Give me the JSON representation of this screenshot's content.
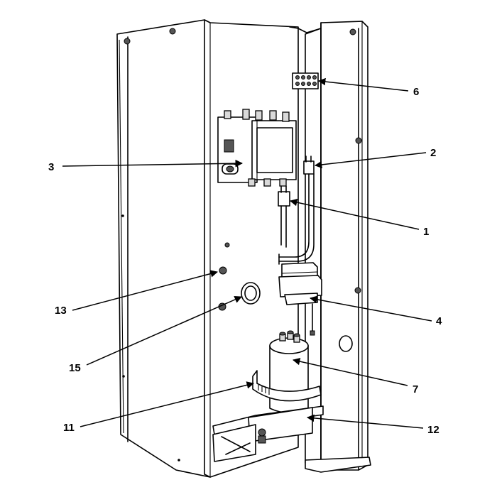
{
  "callouts": [
    {
      "id": "c1",
      "text": "1"
    },
    {
      "id": "c2",
      "text": "2"
    },
    {
      "id": "c3",
      "text": "3"
    },
    {
      "id": "c4",
      "text": "4"
    },
    {
      "id": "c6",
      "text": "6"
    },
    {
      "id": "c7",
      "text": "7"
    },
    {
      "id": "c11",
      "text": "11"
    },
    {
      "id": "c12",
      "text": "12"
    },
    {
      "id": "c13",
      "text": "13"
    },
    {
      "id": "c15",
      "text": "15"
    }
  ]
}
